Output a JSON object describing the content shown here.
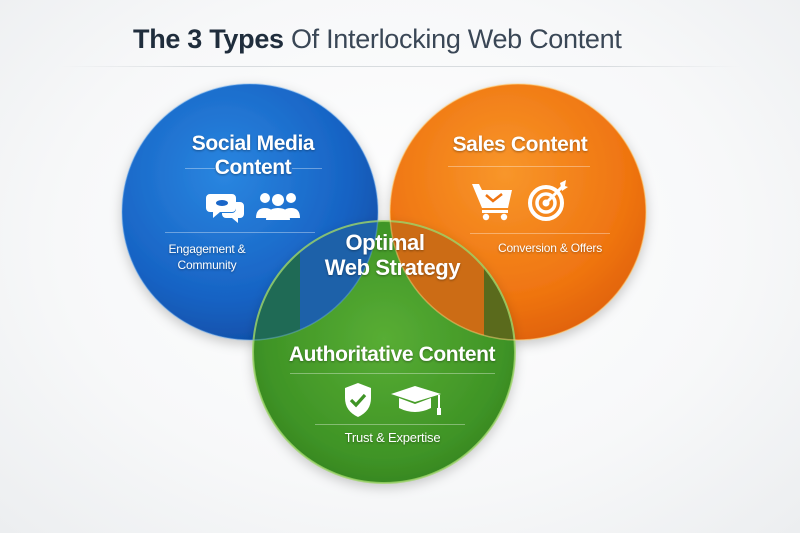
{
  "title": {
    "bold_part": "The 3 Types",
    "light_part": " Of Interlocking Web Content"
  },
  "circles": {
    "social": {
      "title_line1": "Social Media",
      "title_line2": "Content",
      "subtitle_line1": "Engagement &",
      "subtitle_line2": "Community",
      "icons": [
        "chat-bubbles-icon",
        "users-group-icon"
      ],
      "color": "#1f6fd0"
    },
    "sales": {
      "title": "Sales Content",
      "subtitle": "Conversion & Offers",
      "icons": [
        "shopping-cart-icon",
        "target-icon"
      ],
      "color": "#f07a12"
    },
    "authoritative": {
      "title": "Authoritative Content",
      "subtitle": "Trust & Expertise",
      "icons": [
        "shield-check-icon",
        "graduation-cap-icon"
      ],
      "color": "#3f9a2a"
    }
  },
  "center": {
    "line1": "Optimal",
    "line2": "Web Strategy"
  }
}
